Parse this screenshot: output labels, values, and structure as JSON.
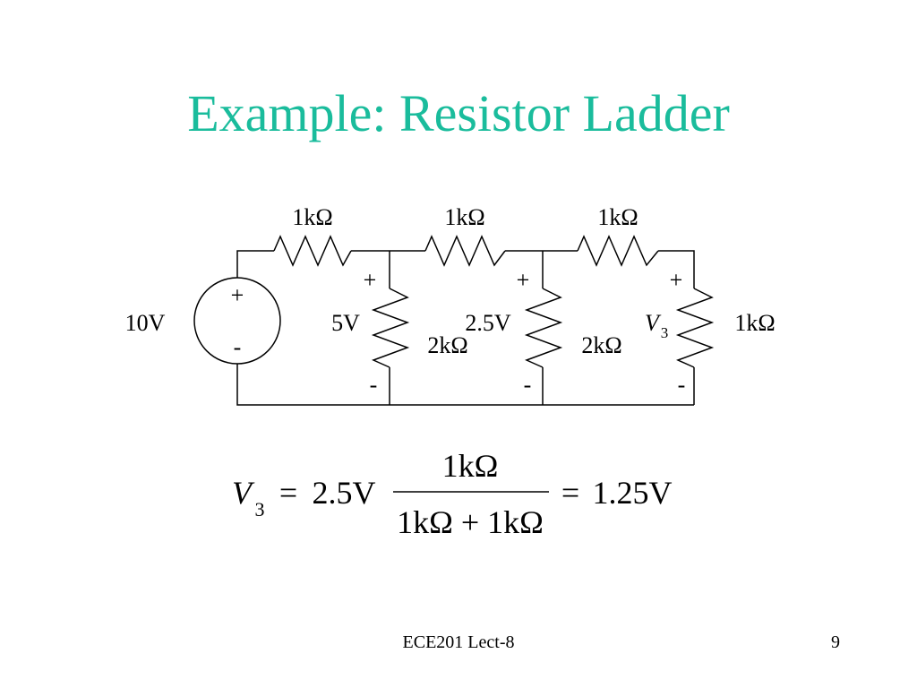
{
  "slide": {
    "title": "Example: Resistor Ladder",
    "footer": "ECE201 Lect-8",
    "page_number": "9",
    "accent_color": "#1abc9c"
  },
  "circuit": {
    "source": {
      "label": "10V",
      "plus": "+",
      "minus": "-"
    },
    "series_resistors": [
      "1kΩ",
      "1kΩ",
      "1kΩ"
    ],
    "shunt_resistors": [
      "2kΩ",
      "2kΩ",
      "1kΩ"
    ],
    "node_voltages": [
      "5V",
      "2.5V",
      "V"
    ],
    "v3_subscript": "3",
    "plus": "+",
    "minus": "-"
  },
  "equation": {
    "lhs": "V",
    "lhs_sub": "3",
    "eq1": "=",
    "coef": "2.5V",
    "numerator": "1kΩ",
    "denominator": "1kΩ + 1kΩ",
    "eq2": "=",
    "result": "1.25V"
  }
}
